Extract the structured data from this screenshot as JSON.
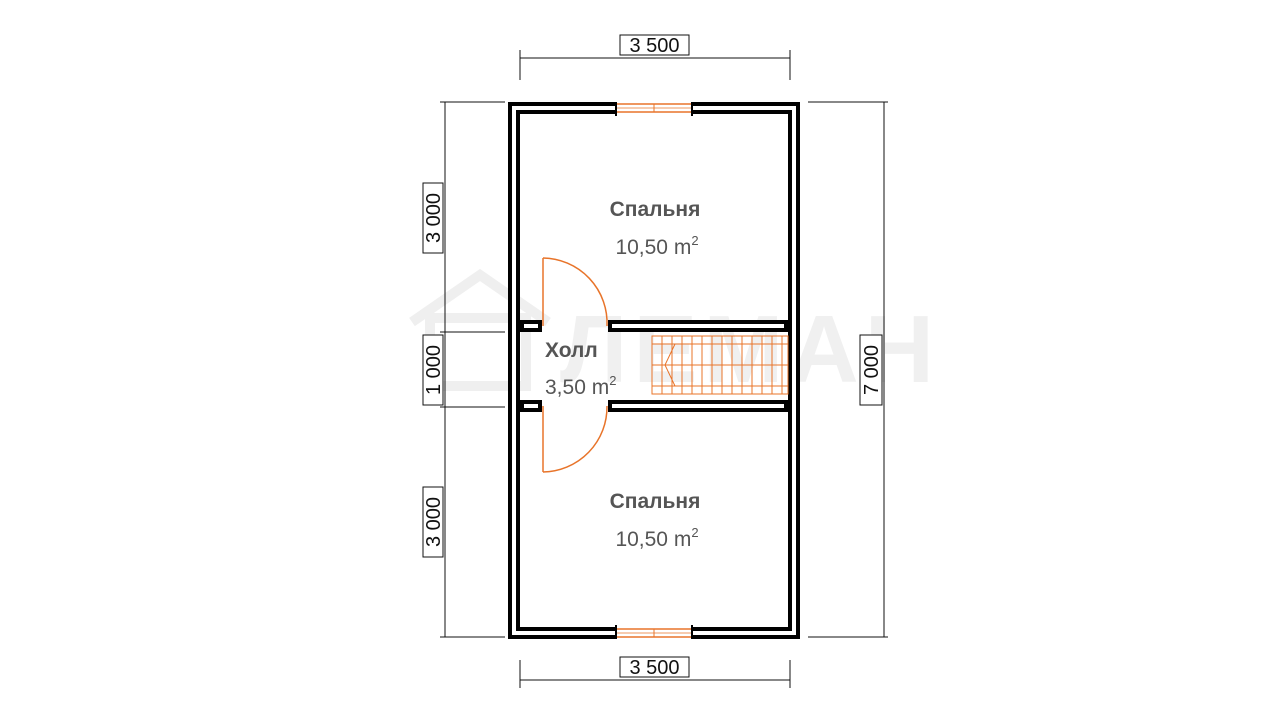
{
  "watermark": {
    "text": "ЛЕМАН"
  },
  "colors": {
    "wall": "#000000",
    "accent": "#e8742a",
    "text": "#555555",
    "dimension": "#111111"
  },
  "dimensions": {
    "top_width": "3 500",
    "bottom_width": "3 500",
    "left_upper": "3 000",
    "left_middle": "1 000",
    "left_lower": "3 000",
    "right_total": "7 000"
  },
  "rooms": [
    {
      "name": "Спальня",
      "area": "10,50 m",
      "unit_sup": "2"
    },
    {
      "name": "Холл",
      "area": "3,50 m",
      "unit_sup": "2"
    },
    {
      "name": "Спальня",
      "area": "10,50 m",
      "unit_sup": "2"
    }
  ],
  "icons": [
    "house-logo-icon",
    "window-icon",
    "door-swing-icon",
    "staircase-icon"
  ]
}
